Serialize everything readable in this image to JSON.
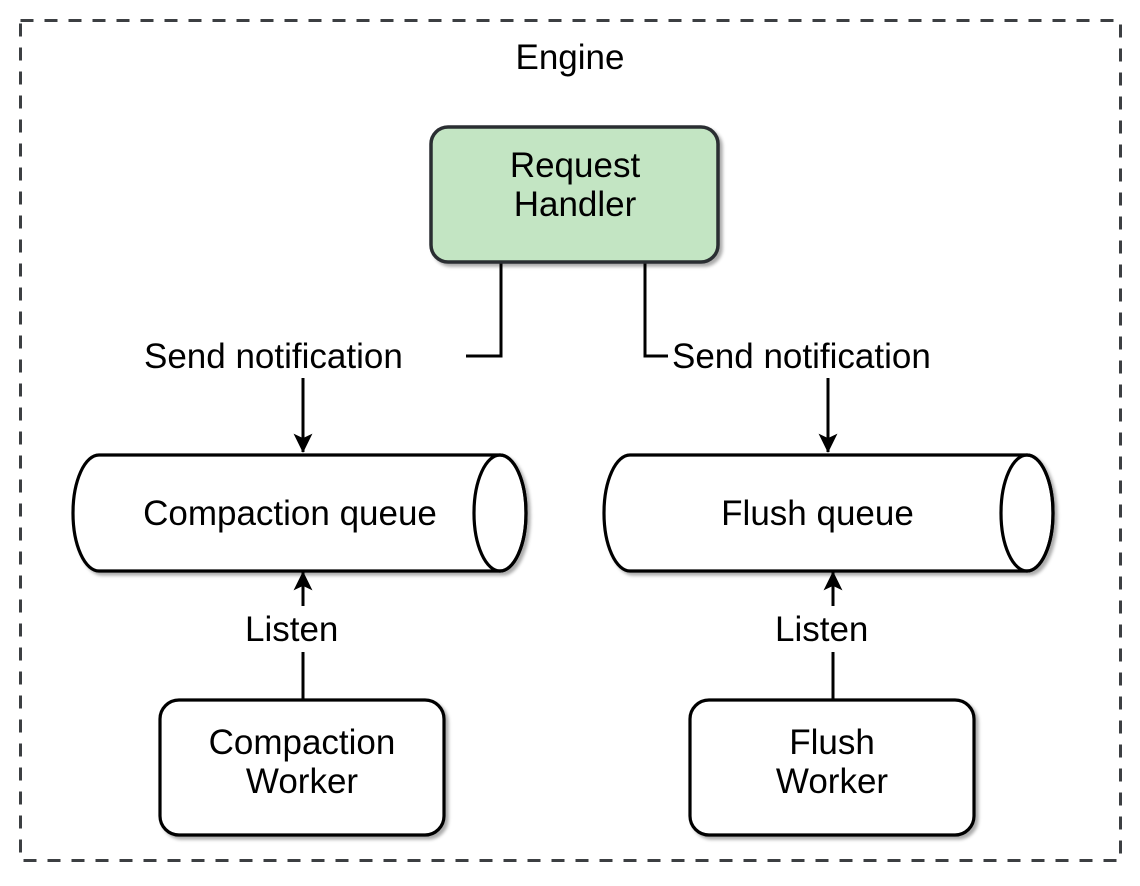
{
  "diagram": {
    "type": "flowchart",
    "container": {
      "title": "Engine",
      "border_style": "dashed",
      "border_color": "#3c3f42"
    },
    "nodes": [
      {
        "id": "request-handler",
        "label": "Request\nHandler",
        "shape": "rounded-rectangle",
        "fill": "#c3e5c3",
        "stroke": "#2b2e31"
      },
      {
        "id": "compaction-queue",
        "label": "Compaction queue",
        "shape": "cylinder-horizontal",
        "fill": "#ffffff",
        "stroke": "#000000"
      },
      {
        "id": "flush-queue",
        "label": "Flush queue",
        "shape": "cylinder-horizontal",
        "fill": "#ffffff",
        "stroke": "#000000"
      },
      {
        "id": "compaction-worker",
        "label": "Compaction\nWorker",
        "shape": "rounded-rectangle",
        "fill": "#ffffff",
        "stroke": "#000000"
      },
      {
        "id": "flush-worker",
        "label": "Flush\nWorker",
        "shape": "rounded-rectangle",
        "fill": "#ffffff",
        "stroke": "#000000"
      }
    ],
    "edges": [
      {
        "id": "rh-to-compaction-queue",
        "from": "request-handler",
        "to": "compaction-queue",
        "label": "Send notification"
      },
      {
        "id": "rh-to-flush-queue",
        "from": "request-handler",
        "to": "flush-queue",
        "label": "Send notification"
      },
      {
        "id": "compaction-worker-to-queue",
        "from": "compaction-worker",
        "to": "compaction-queue",
        "label": "Listen"
      },
      {
        "id": "flush-worker-to-queue",
        "from": "flush-worker",
        "to": "flush-queue",
        "label": "Listen"
      }
    ]
  },
  "labels": {
    "engine_title": "Engine",
    "request_handler_line1": "Request",
    "request_handler_line2": "Handler",
    "compaction_queue": "Compaction queue",
    "flush_queue": "Flush queue",
    "compaction_worker_line1": "Compaction",
    "compaction_worker_line2": "Worker",
    "flush_worker_line1": "Flush",
    "flush_worker_line2": "Worker",
    "send_notification_left": "Send notification",
    "send_notification_right": "Send notification",
    "listen_left": "Listen",
    "listen_right": "Listen"
  },
  "colors": {
    "request_handler_fill": "#c3e5c3",
    "node_stroke": "#000000",
    "request_handler_stroke": "#2b2e31",
    "container_border": "#3c3f42",
    "canvas": "#ffffff",
    "text": "#000000",
    "shadow": "rgba(0,0,0,0.30)"
  }
}
